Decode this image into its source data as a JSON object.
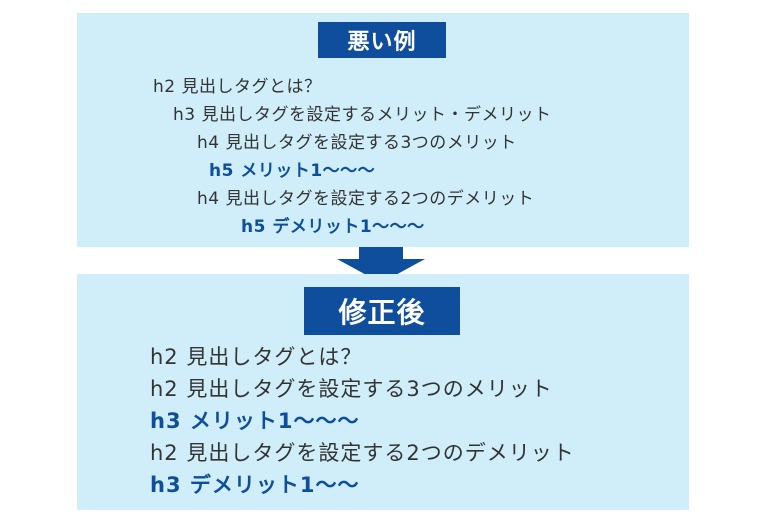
{
  "bad": {
    "label": "悪い例",
    "lines": [
      "h2 見出しタグとは？",
      "h3 見出しタグを設定するメリット・デメリット",
      "h4 見出しタグを設定する3つのメリット",
      "h5 メリット1～～～",
      "h4 見出しタグを設定する2つのデメリット",
      "h5 デメリット1～～～"
    ]
  },
  "good": {
    "label": "修正後",
    "lines": [
      "h2 見出しタグとは？",
      "h2 見出しタグを設定する3つのメリット",
      "h3 メリット1～～～",
      "h2 見出しタグを設定する2つのデメリット",
      "h3 デメリット1～～"
    ]
  },
  "colors": {
    "panel": "#cfeefa",
    "accent": "#0f4e9c",
    "text": "#333333"
  }
}
